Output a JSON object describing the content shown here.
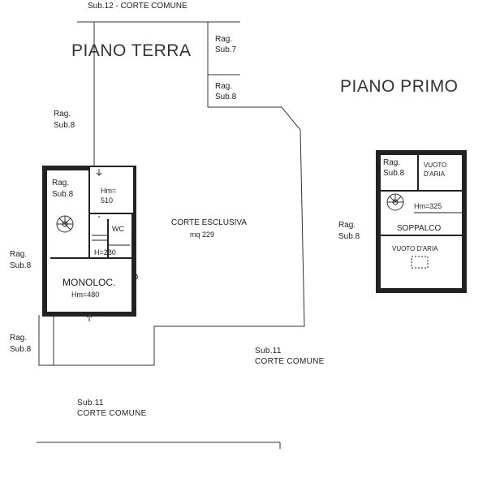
{
  "labels": {
    "sub12_corte": "Sub.12 - CORTE COMUNE",
    "piano_terra": "PIANO TERRA",
    "piano_primo": "PIANO  PRIMO",
    "rag": "Rag.",
    "sub7": "Sub.7",
    "sub8": "Sub.8",
    "hm510": "Hm=",
    "hm510_val": "510",
    "wc": "WC",
    "h280": "H=280",
    "monoloc": "MONOLOC.",
    "hm480": "Hm=480",
    "corte_esclusiva": "CORTE ESCLUSIVA",
    "mq229": "mq 229",
    "sub11": "Sub.11",
    "corte_comune": "CORTE COMUNE",
    "vuoto": "VUOTO",
    "daria": "D'ARIA",
    "hm325": "Hm=325",
    "soppalco": "SOPPALCO",
    "vuoto_daria": "VUOTO D'ARIA"
  }
}
